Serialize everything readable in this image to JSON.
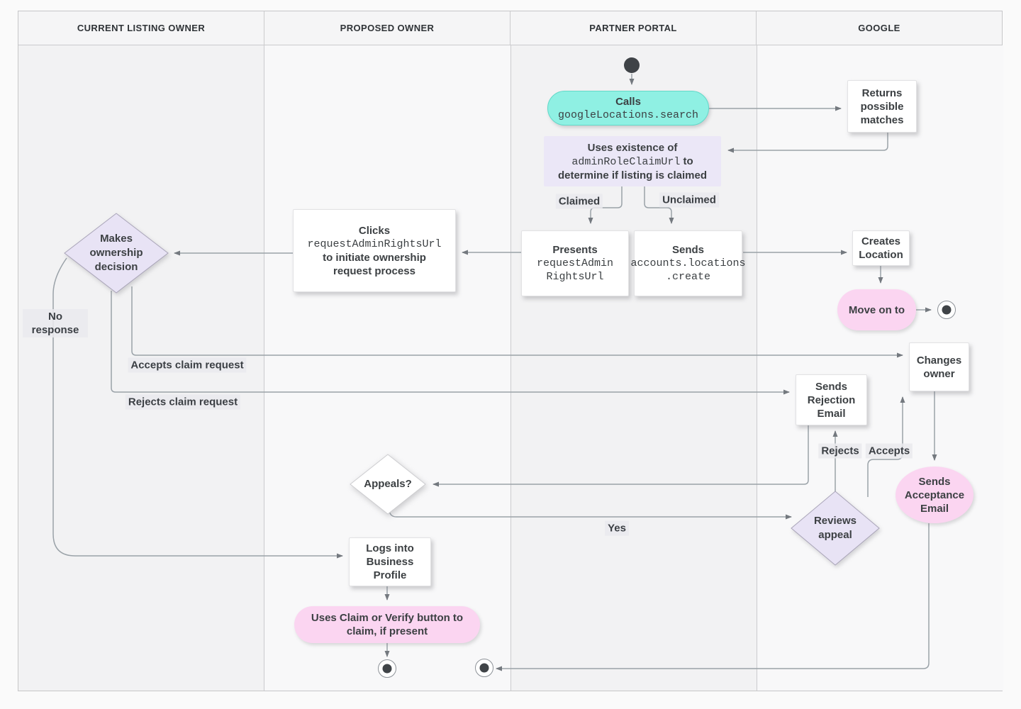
{
  "lanes": [
    {
      "label": "CURRENT LISTING OWNER"
    },
    {
      "label": "PROPOSED OWNER"
    },
    {
      "label": "PARTNER PORTAL"
    },
    {
      "label": "GOOGLE"
    }
  ],
  "nodes": {
    "calls": {
      "label": "Calls",
      "code": "googleLocations.search"
    },
    "returns_matches": {
      "label": "Returns possible matches"
    },
    "uses_existence": {
      "line1": "Uses existence of",
      "code": "adminRoleClaimUrl",
      "line2_suffix": " to",
      "line3": "determine if listing is claimed"
    },
    "presents": {
      "label": "Presents",
      "code1": "requestAdmin",
      "code2": "RightsUrl"
    },
    "sends_create": {
      "label": "Sends",
      "code1": "accounts.locations",
      "code2": ".create"
    },
    "clicks": {
      "label": "Clicks",
      "code": "requestAdminRightsUrl",
      "line3": "to initiate ownership",
      "line4": "request process"
    },
    "makes_decision": {
      "label": "Makes ownership decision"
    },
    "creates_location": {
      "label": "Creates Location"
    },
    "move_on": {
      "label": "Move on to"
    },
    "changes_owner": {
      "label": "Changes owner"
    },
    "sends_rejection": {
      "label": "Sends Rejection Email"
    },
    "sends_acceptance": {
      "label": "Sends Acceptance Email"
    },
    "appeals": {
      "label": "Appeals?"
    },
    "reviews_appeal": {
      "label": "Reviews appeal"
    },
    "logs_into": {
      "label": "Logs into Business Profile"
    },
    "uses_claim": {
      "label": "Uses Claim or Verify button to claim, if present"
    }
  },
  "edge_labels": {
    "claimed": "Claimed",
    "unclaimed": "Unclaimed",
    "no_response": "No response",
    "accepts_claim": "Accepts claim request",
    "rejects_claim": "Rejects claim request",
    "rejects": "Rejects",
    "accepts": "Accepts",
    "yes": "Yes"
  },
  "colors": {
    "teal_node": "#8ff0e3",
    "lavender_node": "#ebe7f7",
    "lavender_diamond": "#e8e3f5",
    "pink_node": "#fbd5f1",
    "lane_gray": "#f2f2f3",
    "lane_light": "#f8f8f9",
    "header_bg": "#f5f5f6",
    "border": "#cbcbcd",
    "edge_line": "#9aa2a8",
    "arrowhead": "#74797f",
    "text": "#3c4043",
    "terminal_node": "#3f4347"
  }
}
